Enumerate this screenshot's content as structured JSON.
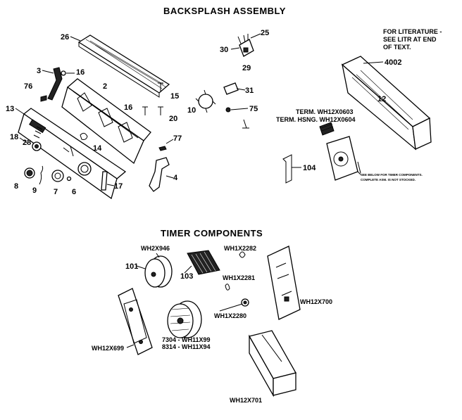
{
  "titles": {
    "backsplash": "BACKSPLASH ASSEMBLY",
    "timer": "TIMER COMPONENTS"
  },
  "literature_note": [
    "FOR LITERATURE -",
    "SEE LITR  AT END",
    "OF TEXT."
  ],
  "terminal_labels": {
    "term": "TERM. WH12X0603",
    "term_housing": "TERM. HSNG. WH12X0604"
  },
  "timer_note": [
    "SEE BELOW FOR TIMER COMPONENTS.",
    "COMPLETE ASM. IS NOT STOCKED."
  ],
  "callouts": {
    "c2": "2",
    "c3": "3",
    "c4": "4",
    "c6": "6",
    "c7": "7",
    "c8": "8",
    "c9": "9",
    "c10": "10",
    "c12": "12",
    "c13": "13",
    "c14": "14",
    "c15": "15",
    "c16a": "16",
    "c16b": "16",
    "c17": "17",
    "c18": "18",
    "c20": "20",
    "c25": "25",
    "c26": "26",
    "c28": "28",
    "c29": "29",
    "c30": "30",
    "c31": "31",
    "c75": "75",
    "c76": "76",
    "c77": "77",
    "c101": "101",
    "c103": "103",
    "c104": "104",
    "c4002": "4002"
  },
  "timer_parts": {
    "wh2x946": "WH2X946",
    "wh1x2282": "WH1X2282",
    "wh1x2281": "WH1X2281",
    "wh1x2280": "WH1X2280",
    "wh12x700": "WH12X700",
    "wh12x699": "WH12X699",
    "wh12x701": "WH12X701",
    "cam1": "7304 - WH11X99",
    "cam2": "8314 - WH11X94"
  }
}
